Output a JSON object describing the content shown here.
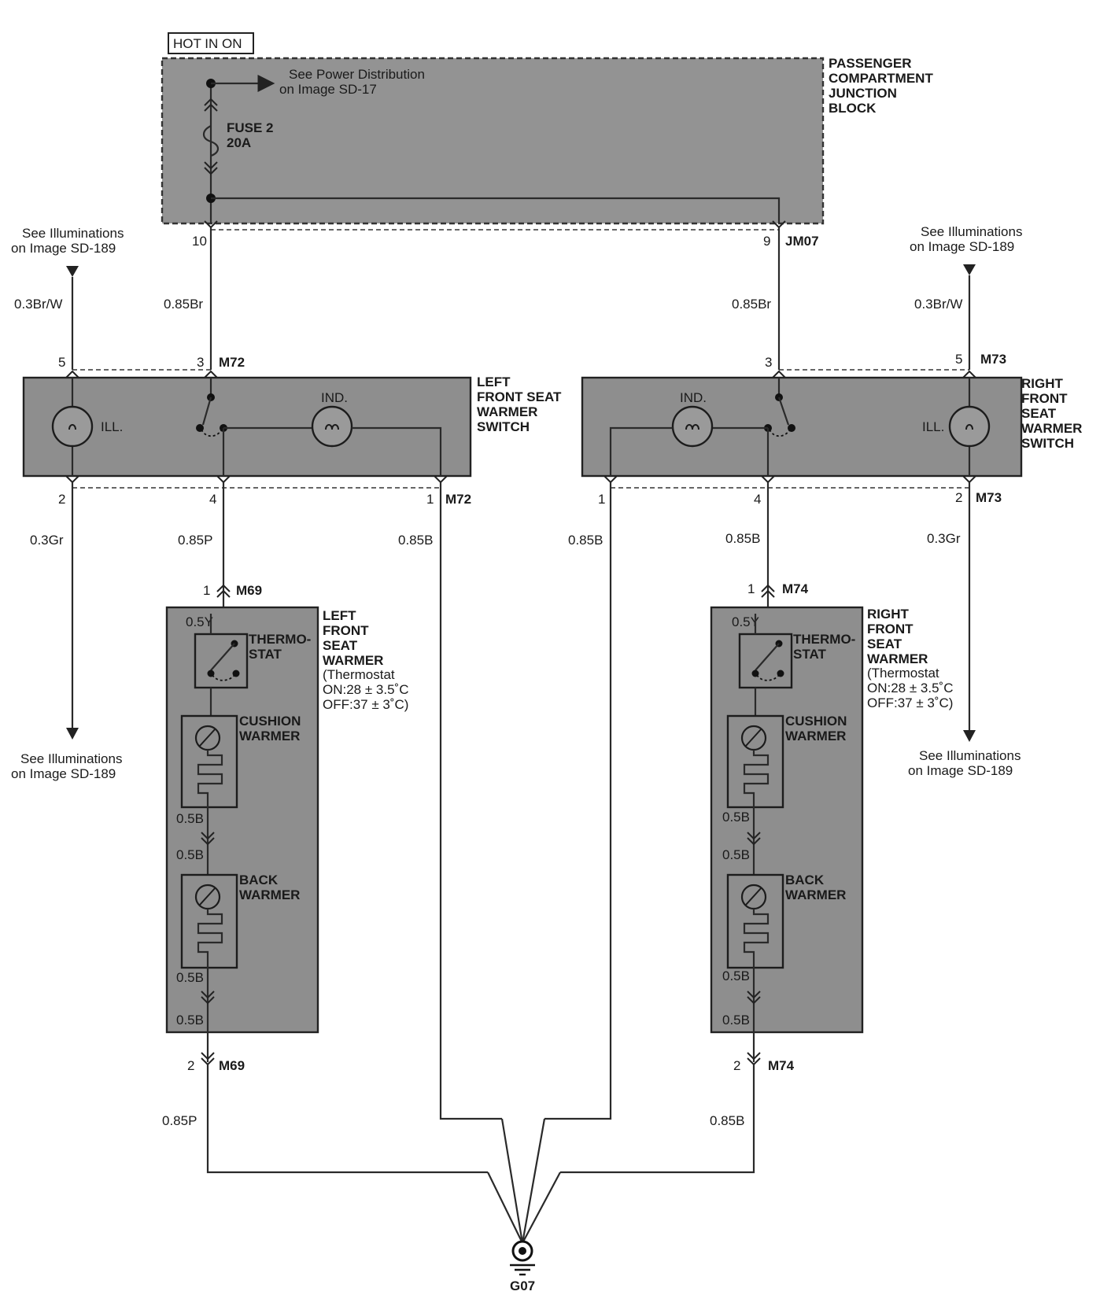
{
  "hot_label": "HOT IN ON",
  "junction": {
    "title_lines": [
      "PASSENGER",
      "COMPARTMENT",
      "JUNCTION",
      "BLOCK"
    ],
    "see_power": [
      "See Power Distribution",
      "on Image SD-17"
    ],
    "fuse_name": "FUSE 2",
    "fuse_rating": "20A",
    "pin_left": "10",
    "pin_right": "9",
    "connector": "JM07"
  },
  "illum_ref": [
    "See Illuminations",
    "on Image SD-189"
  ],
  "left": {
    "switch_title": [
      "LEFT",
      "FRONT SEAT",
      "WARMER",
      "SWITCH"
    ],
    "switch_conn": "M72",
    "pin5": "5",
    "pin3": "3",
    "pin2": "2",
    "pin4": "4",
    "pin1": "1",
    "wire_illum": "0.3Br/W",
    "wire_feed": "0.85Br",
    "wire_illum_out": "0.3Gr",
    "wire_pin4": "0.85P",
    "wire_pin1": "0.85B",
    "ill": "ILL.",
    "ind": "IND.",
    "warmer_conn": "M69",
    "warmer_pin1": "1",
    "warmer_pin2": "2",
    "warmer_title": [
      "LEFT",
      "FRONT",
      "SEAT",
      "WARMER"
    ],
    "thermo_note": [
      "(Thermostat",
      "ON:28 ± 3.5˚C",
      "OFF:37 ± 3˚C)"
    ],
    "thermo": [
      "THERMO-",
      "STAT"
    ],
    "cushion": [
      "CUSHION",
      "WARMER"
    ],
    "back": [
      "BACK",
      "WARMER"
    ],
    "w_05y": "0.5Y",
    "w_05b": "0.5B",
    "wire_out": "0.85P"
  },
  "right": {
    "switch_title": [
      "RIGHT",
      "FRONT",
      "SEAT",
      "WARMER",
      "SWITCH"
    ],
    "switch_conn": "M73",
    "pin5": "5",
    "pin3": "3",
    "pin2": "2",
    "pin4": "4",
    "pin1": "1",
    "wire_illum": "0.3Br/W",
    "wire_feed": "0.85Br",
    "wire_illum_out": "0.3Gr",
    "wire_pin4": "0.85B",
    "wire_pin1": "0.85B",
    "ill": "ILL.",
    "ind": "IND.",
    "warmer_conn": "M74",
    "warmer_pin1": "1",
    "warmer_pin2": "2",
    "warmer_title": [
      "RIGHT",
      "FRONT",
      "SEAT",
      "WARMER"
    ],
    "thermo_note": [
      "(Thermostat",
      "ON:28 ± 3.5˚C",
      "OFF:37 ± 3˚C)"
    ],
    "thermo": [
      "THERMO-",
      "STAT"
    ],
    "cushion": [
      "CUSHION",
      "WARMER"
    ],
    "back": [
      "BACK",
      "WARMER"
    ],
    "w_05y": "0.5Y",
    "w_05b": "0.5B",
    "wire_out": "0.85B"
  },
  "ground": "G07"
}
